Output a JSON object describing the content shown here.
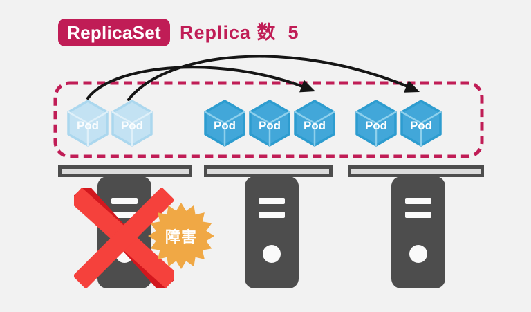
{
  "header": {
    "badge_label": "ReplicaSet",
    "replica_count_label": "Replica 数  5"
  },
  "replicaset": {
    "groups": [
      {
        "state": "failed",
        "pods": [
          "Pod",
          "Pod"
        ]
      },
      {
        "state": "running",
        "pods": [
          "Pod",
          "Pod",
          "Pod"
        ]
      },
      {
        "state": "running",
        "pods": [
          "Pod",
          "Pod"
        ]
      }
    ]
  },
  "failure": {
    "label": "障害"
  },
  "colors": {
    "background": "#f2f2f2",
    "crimson": "#c01d56",
    "pod_blue": "#42a7d9",
    "pod_blue_faded": "#c3e2f3",
    "server_gray": "#4d4d4d",
    "shelf_inner_gray": "#dcdcdc",
    "x_red": "#f5413c",
    "x_red_dark": "#d2171e",
    "starburst_orange": "#f0a845",
    "arrow_black": "#151515"
  }
}
